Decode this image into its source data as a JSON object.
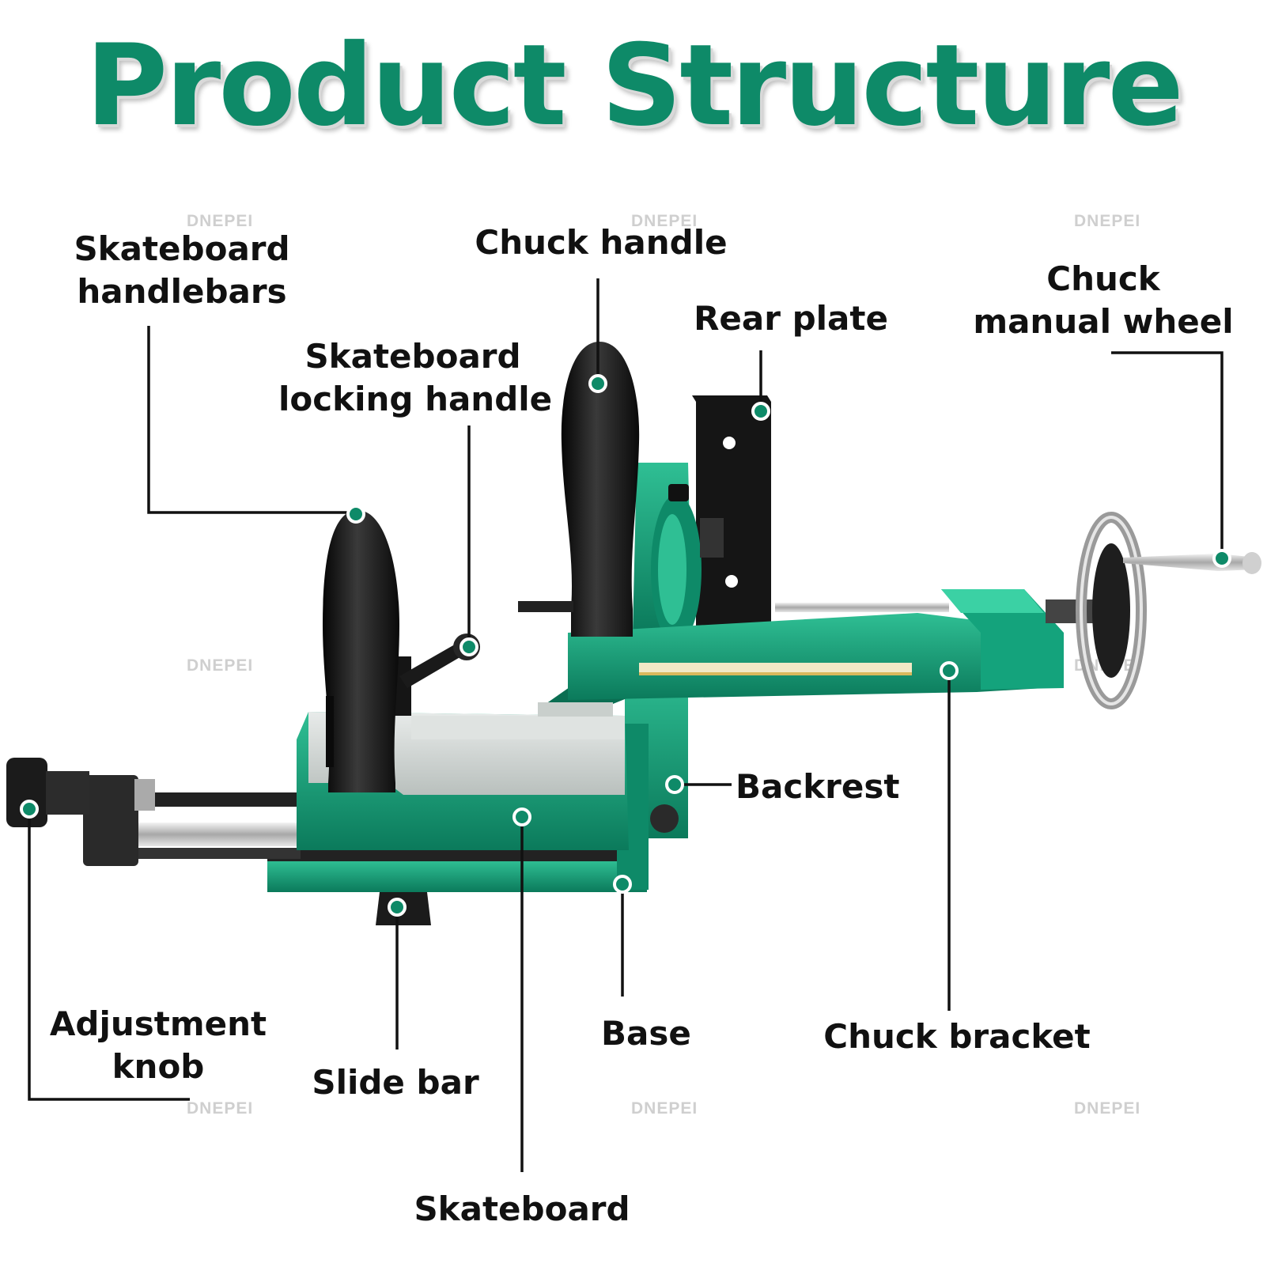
{
  "title": "Product Structure",
  "watermark": "DNEPEI",
  "labels": {
    "skateboard_handlebars": [
      "Skateboard",
      "handlebars"
    ],
    "chuck_handle": [
      "Chuck handle"
    ],
    "rear_plate": [
      "Rear plate"
    ],
    "chuck_manual_wheel": [
      "Chuck",
      "manual wheel"
    ],
    "skateboard_locking_handle": [
      "Skateboard",
      "locking handle"
    ],
    "backrest": [
      "Backrest"
    ],
    "adjustment_knob": [
      "Adjustment",
      "knob"
    ],
    "slide_bar": [
      "Slide bar"
    ],
    "base": [
      "Base"
    ],
    "chuck_bracket": [
      "Chuck bracket"
    ],
    "skateboard": [
      "Skateboard"
    ]
  },
  "colors": {
    "title": "#0e8a68",
    "machine_green": "#14a37c",
    "machine_green_dark": "#0b7a5b",
    "handle_black": "#1b1b1b",
    "marker": "#0e8a68",
    "leader_line": "#111111"
  }
}
